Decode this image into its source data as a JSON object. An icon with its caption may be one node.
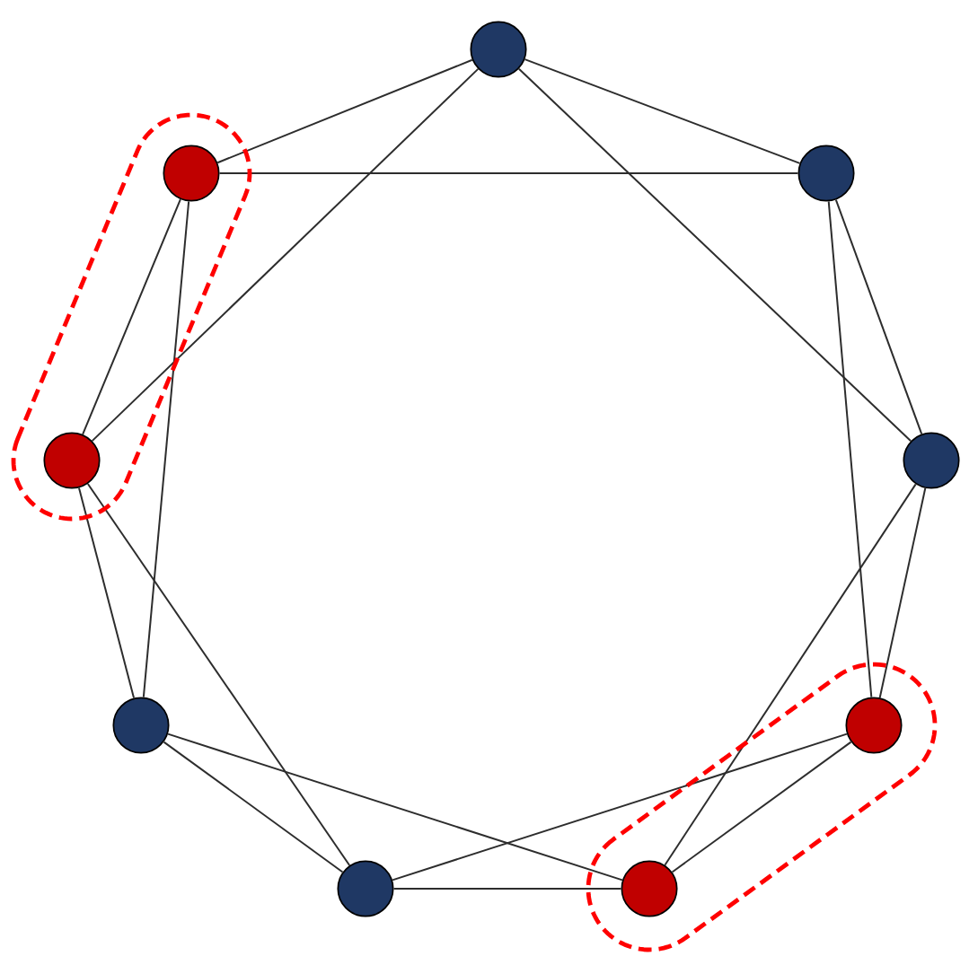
{
  "diagram": {
    "nodes": [
      {
        "text": [],
        "shape": "circle"
      },
      {
        "text": [],
        "shape": "circle"
      },
      {
        "text": [],
        "shape": "circle"
      },
      {
        "text": [],
        "shape": "circle"
      },
      {
        "text": [],
        "shape": "circle"
      },
      {
        "text": [],
        "shape": "circle"
      },
      {
        "text": [],
        "shape": "circle"
      },
      {
        "text": [],
        "shape": "circle"
      },
      {
        "text": [],
        "shape": "circle"
      }
    ],
    "edges": [
      {
        "from": 0,
        "to": 2,
        "arrow": "none"
      },
      {
        "from": 2,
        "to": 4,
        "arrow": "none"
      },
      {
        "from": 4,
        "to": 6,
        "arrow": "none"
      },
      {
        "from": 6,
        "to": 8,
        "arrow": "none"
      },
      {
        "from": 8,
        "to": 7,
        "arrow": "none"
      },
      {
        "from": 7,
        "to": 5,
        "arrow": "none"
      },
      {
        "from": 5,
        "to": 3,
        "arrow": "none"
      },
      {
        "from": 3,
        "to": 1,
        "arrow": "none"
      },
      {
        "from": 1,
        "to": 0,
        "arrow": "none"
      },
      {
        "from": 0,
        "to": 4,
        "arrow": "none"
      },
      {
        "from": 2,
        "to": 6,
        "arrow": "none"
      },
      {
        "from": 4,
        "to": 8,
        "arrow": "none"
      },
      {
        "from": 6,
        "to": 7,
        "arrow": "none"
      },
      {
        "from": 8,
        "to": 5,
        "arrow": "none"
      },
      {
        "from": 7,
        "to": 3,
        "arrow": "none"
      },
      {
        "from": 5,
        "to": 1,
        "arrow": "none"
      },
      {
        "from": 3,
        "to": 0,
        "arrow": "none"
      },
      {
        "from": 1,
        "to": 2,
        "arrow": "none"
      }
    ]
  }
}
